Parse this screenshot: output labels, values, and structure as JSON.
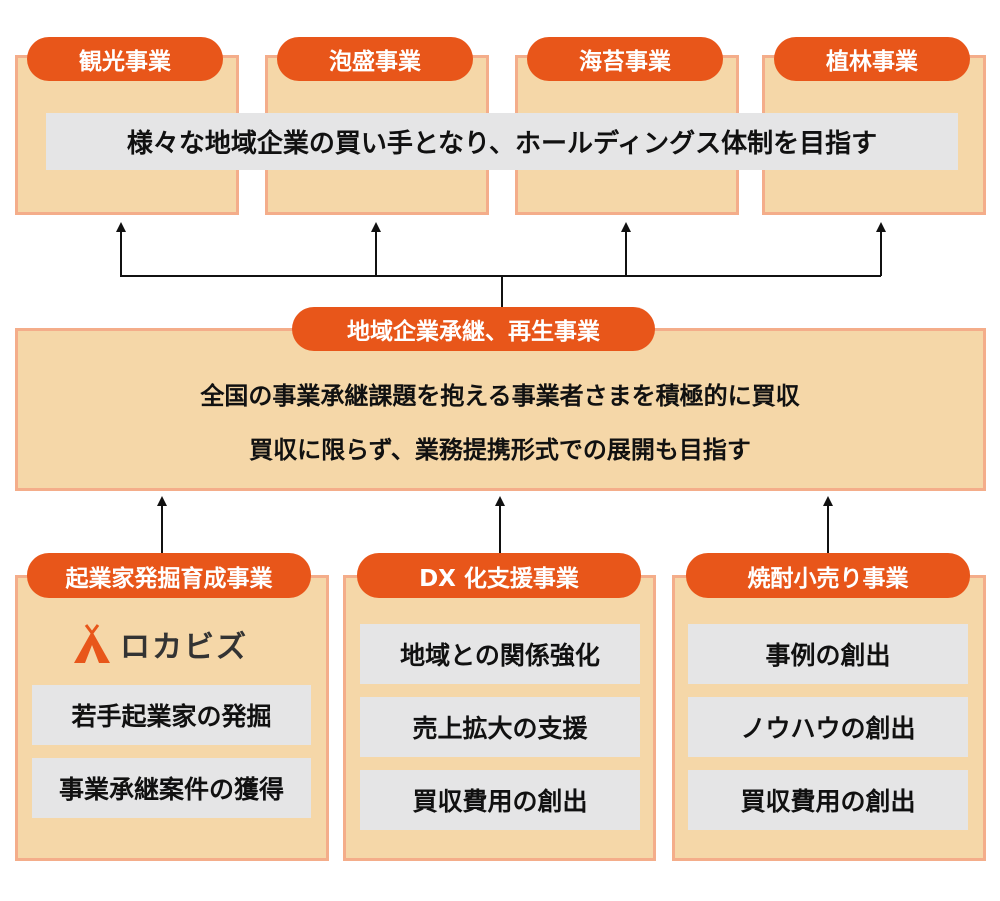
{
  "top_businesses": [
    {
      "label": "観光事業"
    },
    {
      "label": "泡盛事業"
    },
    {
      "label": "海苔事業"
    },
    {
      "label": "植林事業"
    }
  ],
  "top_banner": "様々な地域企業の買い手となり、ホールディングス体制を目指す",
  "middle": {
    "label": "地域企業承継、再生事業",
    "lines": [
      "全国の事業承継課題を抱える事業者さまを積極的に買収",
      "買収に限らず、業務提携形式での展開も目指す"
    ]
  },
  "bottom": [
    {
      "label": "起業家発掘育成事業",
      "logo": "ロカビズ",
      "items": [
        "若手起業家の発掘",
        "事業承継案件の獲得"
      ]
    },
    {
      "label": "DX 化支援事業",
      "items": [
        "地域との関係強化",
        "売上拡大の支援",
        "買収費用の創出"
      ]
    },
    {
      "label": "焼酎小売り事業",
      "items": [
        "事例の創出",
        "ノウハウの創出",
        "買収費用の創出"
      ]
    }
  ],
  "colors": {
    "accent": "#e8561a",
    "box_fill": "#f5d7a8",
    "box_border": "#f4ad8a",
    "item_fill": "#e5e5e6"
  }
}
